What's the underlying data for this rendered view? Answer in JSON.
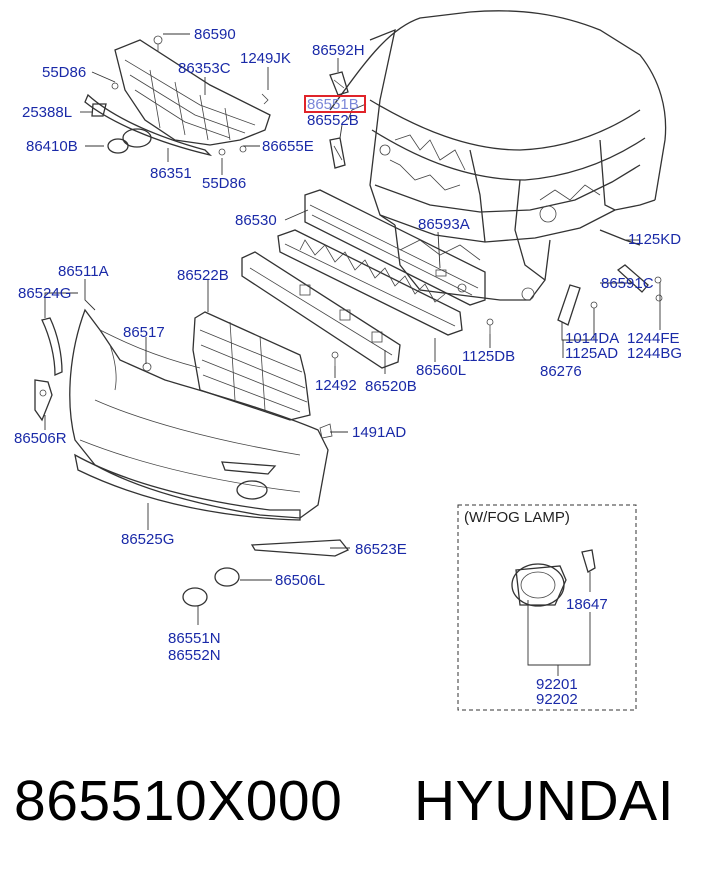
{
  "diagram": {
    "highlighted_part": "86551B",
    "accent_color": "#1a2aa8",
    "highlight_color": "#e0242a",
    "labels": {
      "l86590": "86590",
      "l55D86a": "55D86",
      "l86353C": "86353C",
      "l1249JK": "1249JK",
      "l86592H": "86592H",
      "l86551B": "86551B",
      "l86552B": "86552B",
      "l25388L": "25388L",
      "l86410B": "86410B",
      "l86351": "86351",
      "l55D86b": "55D86",
      "l86655E": "86655E",
      "l86530": "86530",
      "l86593A": "86593A",
      "l1125KD": "1125KD",
      "l86511A": "86511A",
      "l86522B": "86522B",
      "l86524G": "86524G",
      "l86517": "86517",
      "l86591C": "86591C",
      "l1014DA": "1014DA",
      "l1125AD": "1125AD",
      "l1244FE": "1244FE",
      "l1244BG": "1244BG",
      "l1125DB": "1125DB",
      "l12492": "12492",
      "l86520B": "86520B",
      "l86560L": "86560L",
      "l86276": "86276",
      "l86506R": "86506R",
      "l1491AD": "1491AD",
      "l86525G": "86525G",
      "l86523E": "86523E",
      "l86506L": "86506L",
      "l86551N": "86551N",
      "l86552N": "86552N",
      "fog_title": "(W/FOG LAMP)",
      "l18647": "18647",
      "l92201": "92201",
      "l92202": "92202"
    }
  },
  "footer": {
    "part_number": "865510X000",
    "brand": "HYUNDAI"
  }
}
